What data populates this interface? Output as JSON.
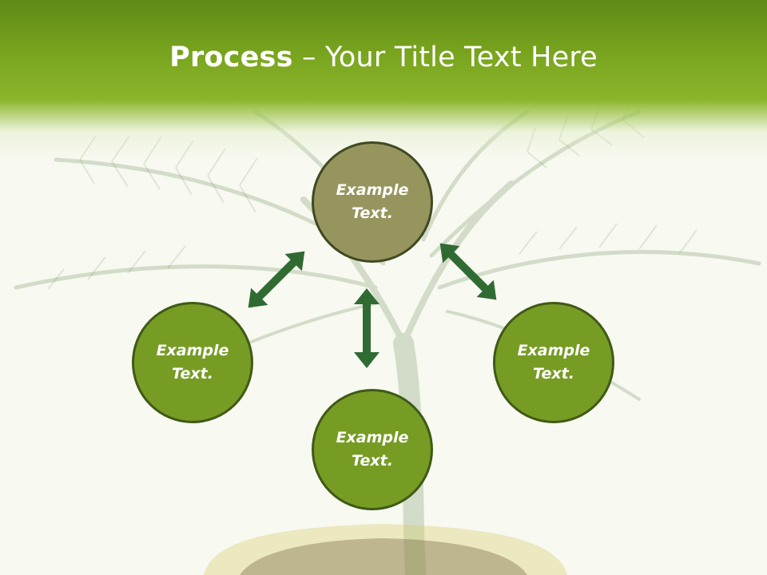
{
  "title": {
    "bold": "Process",
    "rest": " – Your Title Text Here"
  },
  "nodes": {
    "top": {
      "line1": "Example",
      "line2": "Text."
    },
    "left": {
      "line1": "Example",
      "line2": "Text."
    },
    "right": {
      "line1": "Example",
      "line2": "Text."
    },
    "bottom": {
      "line1": "Example",
      "line2": "Text."
    }
  },
  "colors": {
    "header_green": "#7aa51f",
    "node_green": "#769c24",
    "node_top_olive": "#97955e",
    "arrow_green": "#2f6b33"
  }
}
